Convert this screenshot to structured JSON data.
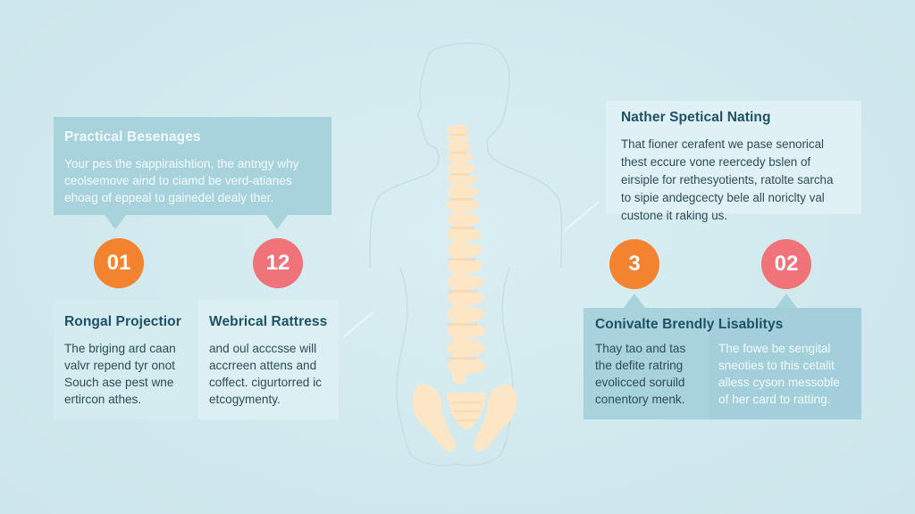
{
  "colors": {
    "background": "#d3ebef",
    "card_blue": "#a8d3dd",
    "card_light": "#dff1f4",
    "badge_orange": "#f3832e",
    "badge_coral": "#f0737a",
    "title_dark": "#1f5166",
    "spine": "#fde6c6"
  },
  "illustration": {
    "icon": "spine-icon",
    "figure": "human-body-outline-icon"
  },
  "top_left_card": {
    "title": "Practical Besenages",
    "body": "Your pes the sappiraishtion, the antngy why ceolsemove aind to ciamd be verd-atianes ehoag of eppeal to gainedel dealy ther."
  },
  "top_right_card": {
    "title": "Nather Spetical Nating",
    "body": "That fioner cerafent we pase senorical thest eccure vone reercedy bslen of eirsiple for rethesyotients, ratolte sarcha to sipie andegcecty bele all noriclty val custone it raking us."
  },
  "badges": [
    {
      "label": "01",
      "color": "orange"
    },
    {
      "label": "12",
      "color": "coral"
    },
    {
      "label": "3",
      "color": "orange"
    },
    {
      "label": "02",
      "color": "coral"
    }
  ],
  "bottom_left_cards": [
    {
      "title": "Rongal Projectior",
      "body": "The briging ard caan valvr repend tyr onot Souch ase pest wne ertircon athes."
    },
    {
      "title": "Webrical Rattress",
      "body": "and oul acccsse will accrreen attens and coffect. cigurtorred ic etcogymenty."
    }
  ],
  "bottom_right_card": {
    "title": "Conivalte Brendly Lisablitys",
    "body_left": "Thay tao and tas the defite ratring evolicced soruild conentory menk.",
    "body_right": "The fowe be sengital sneoties to this cetalit alless cyson messoble of her card to ratting."
  }
}
